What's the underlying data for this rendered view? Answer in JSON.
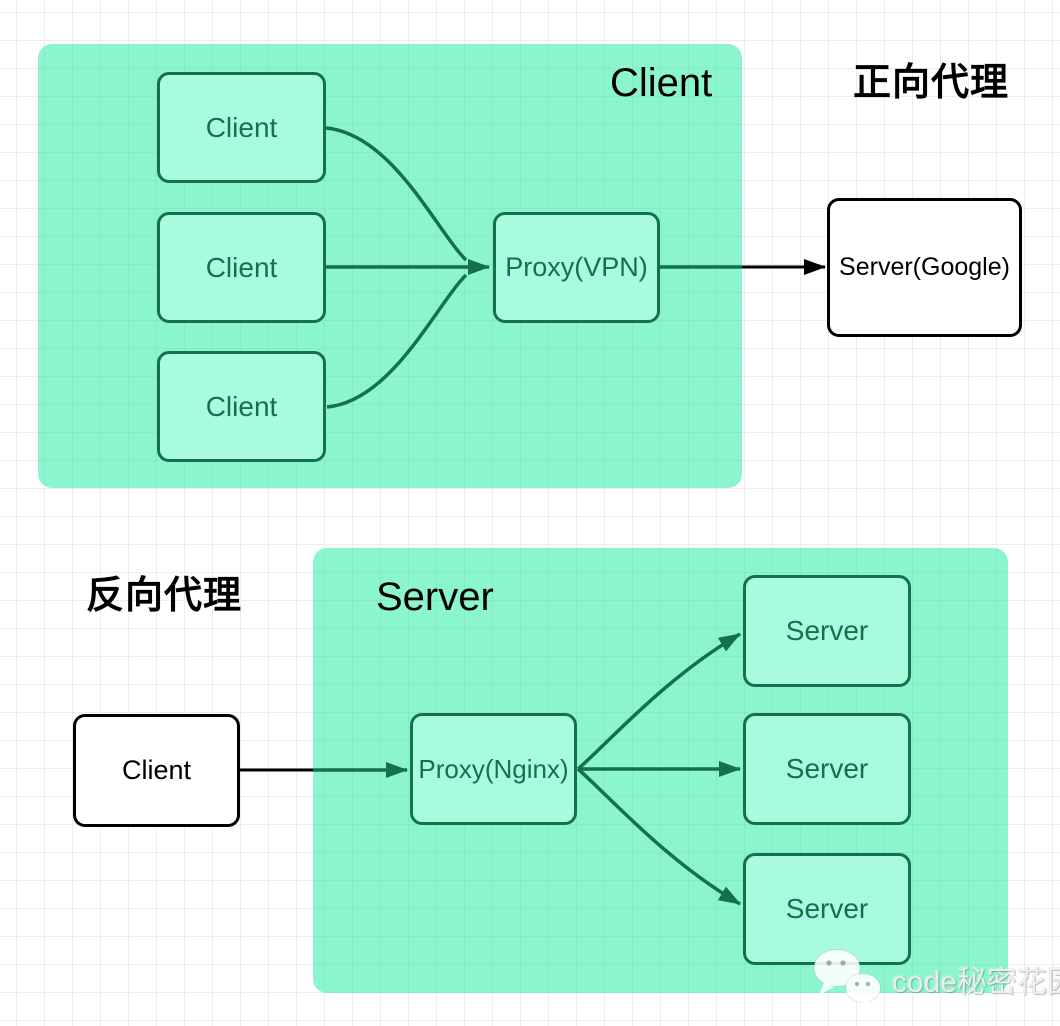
{
  "forward_proxy": {
    "section_title": "正向代理",
    "container_label": "Client",
    "clients": [
      "Client",
      "Client",
      "Client"
    ],
    "proxy_label": "Proxy(VPN)",
    "server_label": "Server(Google)"
  },
  "reverse_proxy": {
    "section_title": "反向代理",
    "container_label": "Server",
    "client_label": "Client",
    "proxy_label": "Proxy(Nginx)",
    "servers": [
      "Server",
      "Server",
      "Server"
    ]
  },
  "watermark": {
    "text": "code秘密花园",
    "icon": "wechat-icon"
  },
  "colors": {
    "container_fill": "#8bf6cd",
    "node_fill": "#a8fbde",
    "node_stroke": "#15714b",
    "outside_stroke": "#000000",
    "grid_line": "#ececec",
    "background": "#ffffff"
  }
}
